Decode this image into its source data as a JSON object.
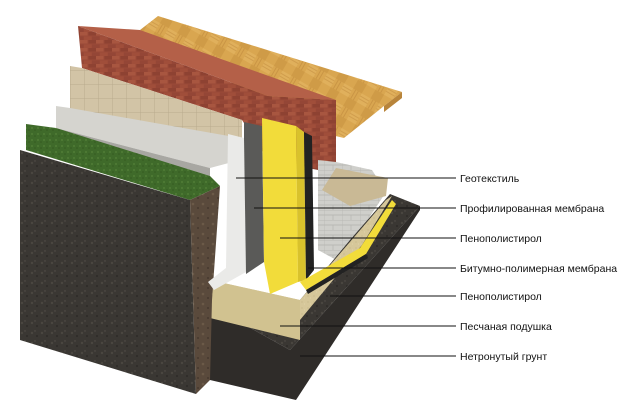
{
  "labels": [
    {
      "id": "geotextile",
      "text": "Геотекстиль"
    },
    {
      "id": "profiled-membrane",
      "text": "Профилированная мембрана"
    },
    {
      "id": "polystyrene-1",
      "text": "Пенополистирол"
    },
    {
      "id": "bitumen-membrane",
      "text": "Битумно-полимерная мембрана"
    },
    {
      "id": "polystyrene-2",
      "text": "Пенополистирол"
    },
    {
      "id": "sand-cushion",
      "text": "Песчаная подушка"
    },
    {
      "id": "undisturbed-soil",
      "text": "Нетронутый грунт"
    }
  ],
  "colors": {
    "soil": "#3a3733",
    "grass": "#3f6a2a",
    "brick": "#9a4a38",
    "insulation": "#f2dc3a",
    "floor": "#d9a650",
    "sand": "#d6c79a",
    "concrete": "#c9c9c6",
    "bitumen": "#222222"
  }
}
